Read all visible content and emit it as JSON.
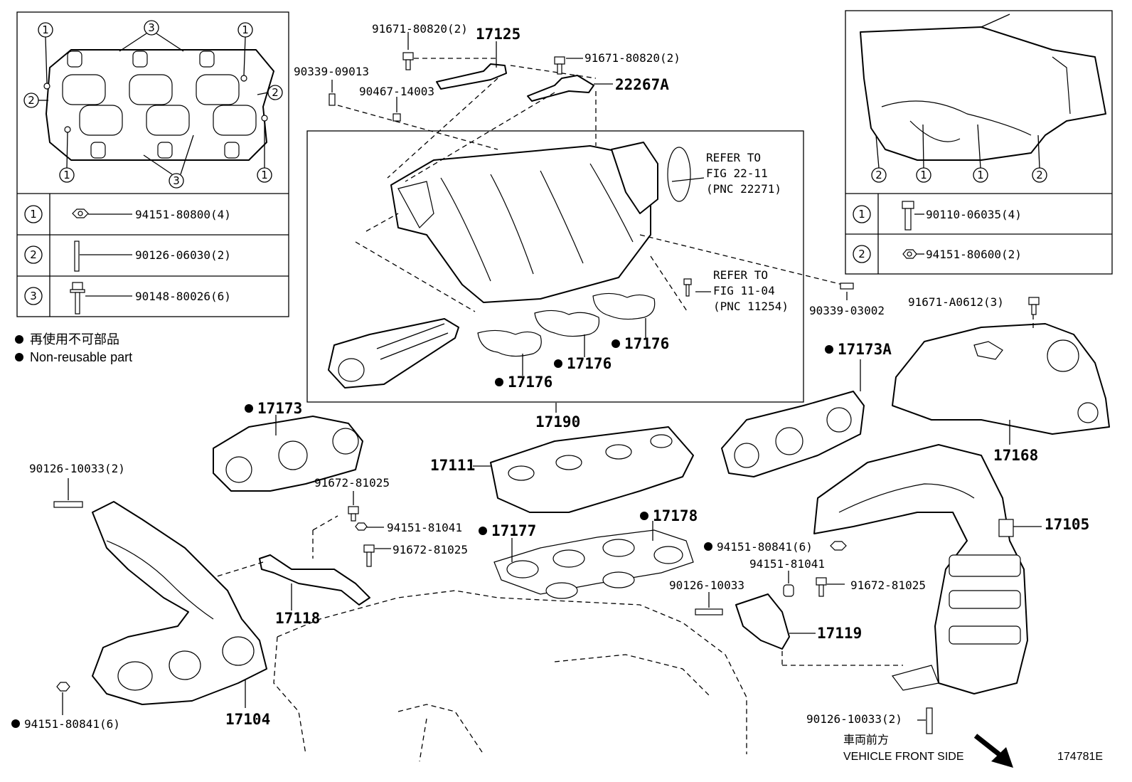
{
  "diagram": {
    "left_legend": {
      "rows": [
        {
          "num": "1",
          "label": "94151-80800(4)"
        },
        {
          "num": "2",
          "label": "90126-06030(2)"
        },
        {
          "num": "3",
          "label": "90148-80026(6)"
        }
      ]
    },
    "right_legend": {
      "rows": [
        {
          "num": "1",
          "label": "90110-06035(4)"
        },
        {
          "num": "2",
          "label": "94151-80600(2)"
        }
      ]
    },
    "note": {
      "jp": "再使用不可部品",
      "en": "Non-reusable part"
    },
    "labels": {
      "p91671_80820_top": "91671-80820(2)",
      "p17125": "17125",
      "p91671_80820_right": "91671-80820(2)",
      "p22267a": "22267A",
      "p90339_09013": "90339-09013",
      "p90467_14003": "90467-14003",
      "refer1_l1": "REFER TO",
      "refer1_l2": "FIG 22-11",
      "refer1_l3": "(PNC 22271)",
      "refer2_l1": "REFER TO",
      "refer2_l2": "FIG 11-04",
      "refer2_l3": "(PNC 11254)",
      "p90339_03002": "90339-03002",
      "p91671_a0612": "91671-A0612(3)",
      "p17176_a": "17176",
      "p17176_b": "17176",
      "p17176_c": "17176",
      "p17173a": "17173A",
      "p17173": "17173",
      "p17190": "17190",
      "p17168": "17168",
      "p17111": "17111",
      "p90126_10033_left": "90126-10033(2)",
      "p91672_81025_a": "91672-81025",
      "p94151_81041_a": "94151-81041",
      "p91672_81025_b": "91672-81025",
      "p17105": "17105",
      "p17177": "17177",
      "p17178": "17178",
      "p94151_80841_right": "94151-80841(6)",
      "p94151_81041_b": "94151-81041",
      "p91672_81025_c": "91672-81025",
      "p90126_10033_mid": "90126-10033",
      "p17118": "17118",
      "p17119": "17119",
      "p17104": "17104",
      "p94151_80841_left": "94151-80841(6)",
      "p90126_10033_bottom": "90126-10033(2)",
      "front_jp": "車両前方",
      "front_en": "VEHICLE FRONT SIDE",
      "ill_no": "174781E"
    }
  }
}
